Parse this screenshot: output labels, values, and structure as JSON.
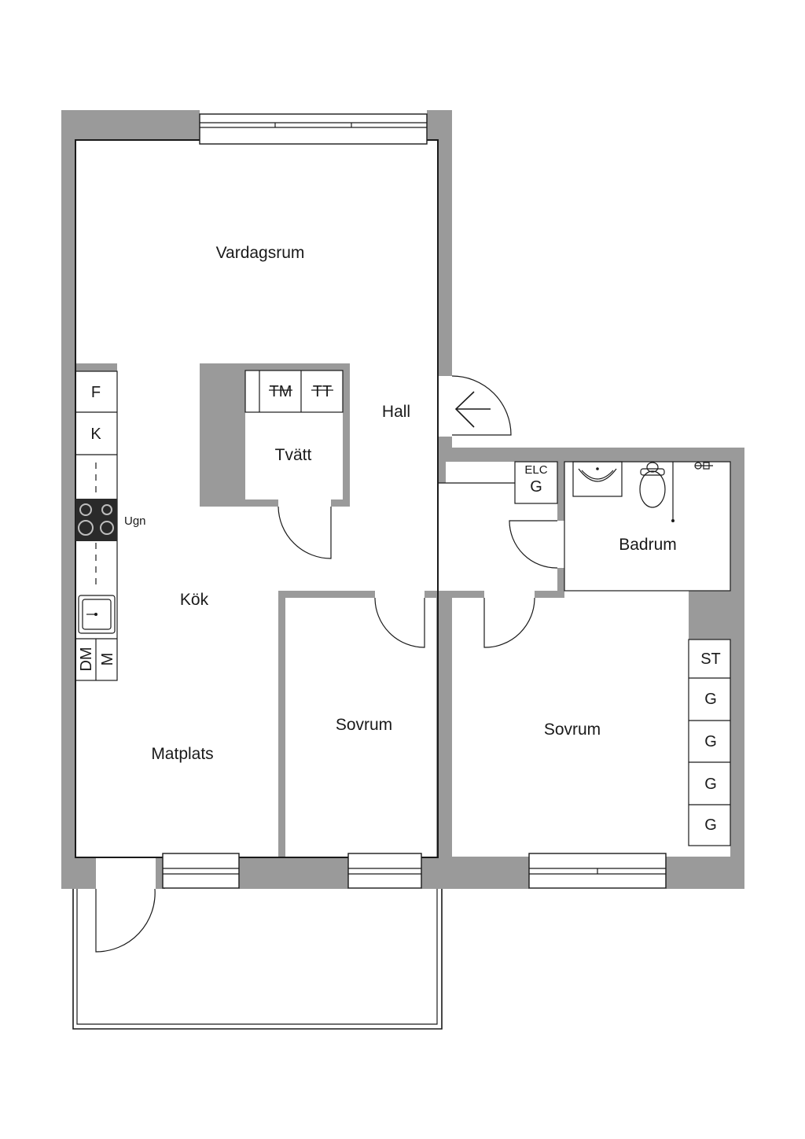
{
  "rooms": {
    "living": "Vardagsrum",
    "hall": "Hall",
    "laundry": "Tvätt",
    "kitchen": "Kök",
    "dining": "Matplats",
    "bedroom_small": "Sovrum",
    "bedroom_large": "Sovrum",
    "bathroom": "Badrum"
  },
  "appliances": {
    "fridge": "F",
    "freezer": "K",
    "oven": "Ugn",
    "dishwasher": "DM",
    "microwave": "M",
    "washer": "TM",
    "dryer": "TT",
    "electric_cabinet": "ELC",
    "electric_cabinet_wardrobe": "G"
  },
  "wardrobes": {
    "cleaning": "ST",
    "units": [
      "G",
      "G",
      "G",
      "G"
    ]
  },
  "icons": {
    "entrance": "entrance-arrow-icon",
    "stove": "stove-icon",
    "sink": "sink-icon",
    "washbasin": "washbasin-icon",
    "toilet": "toilet-icon",
    "shower": "shower-icon"
  },
  "colors": {
    "wall": "#9a9a9a",
    "line": "#1a1a1a",
    "stove": "#2a2a2a"
  }
}
